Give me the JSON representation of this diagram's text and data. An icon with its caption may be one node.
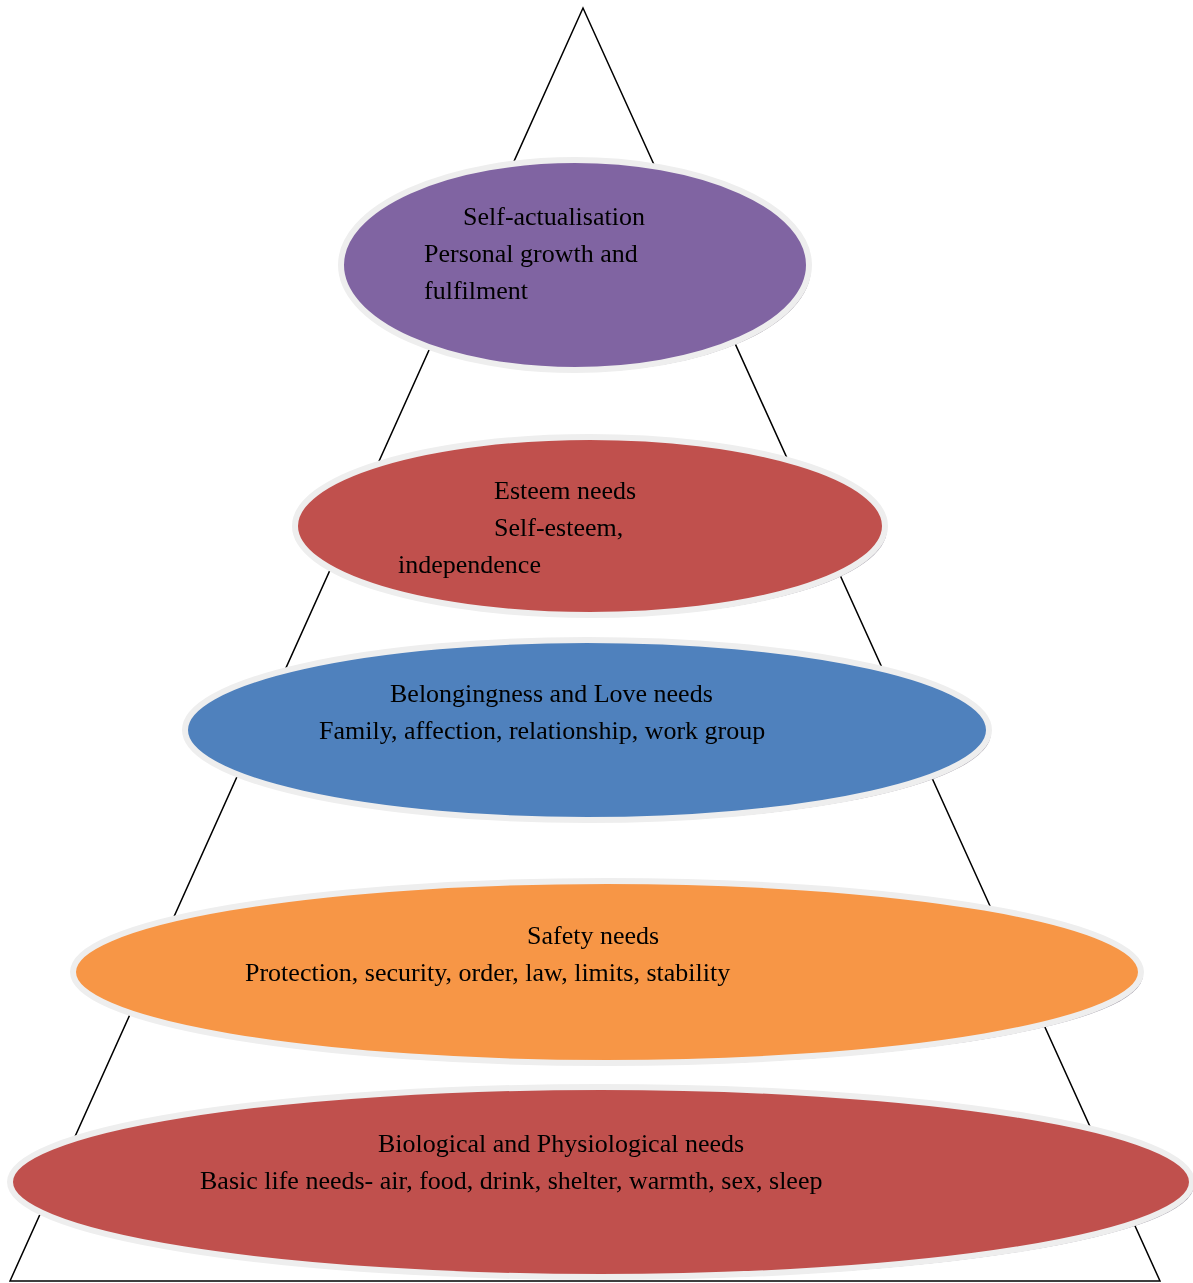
{
  "diagram": {
    "nodes": [
      {
        "text": [
          "Self-actualisation",
          "Personal growth and fulfilment"
        ]
      },
      {
        "text": [
          "Esteem needs",
          "Self-esteem, independence"
        ]
      },
      {
        "text": [
          "Belongingness and Love needs",
          "Family, affection, relationship, work group"
        ]
      },
      {
        "text": [
          "Safety needs",
          "Protection, security, order, law, limits, stability"
        ]
      },
      {
        "text": [
          "Biological and Physiological needs",
          "Basic life needs- air, food, drink, shelter, warmth, sex, sleep"
        ]
      }
    ]
  }
}
